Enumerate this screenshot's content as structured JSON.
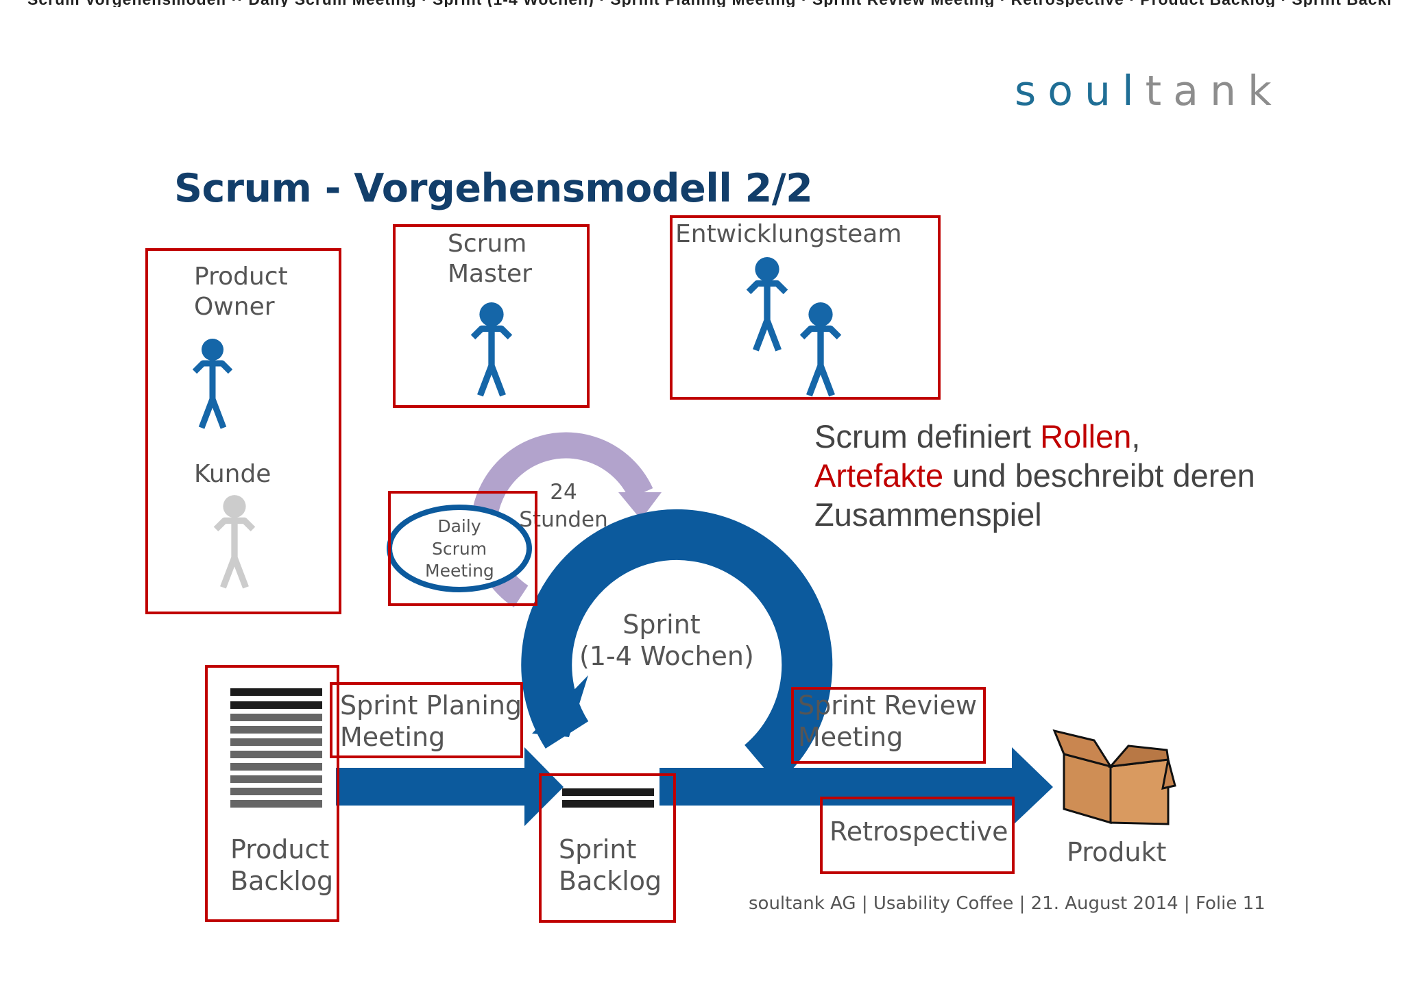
{
  "header": {
    "cut_text": "Scrum Vorgehensmodell ·· Daily Scrum Meeting · Sprint (1-4 Wochen) · Sprint Planing Meeting · Sprint Review Meeting · Retrospective · Product Backlog · Sprint Backlog · Produkt ·· Scrum definiert Rollen, Artefakte und beschreibt deren Zusammenspiel"
  },
  "logo": {
    "part1": "soul",
    "part2": "tank"
  },
  "title": "Scrum - Vorgehensmodell 2/2",
  "roles": {
    "product_owner": "Product\nOwner",
    "kunde": "Kunde",
    "scrum_master": "Scrum\nMaster",
    "entwicklungsteam": "Entwicklungsteam"
  },
  "cycle": {
    "daily_meeting": "Daily\nScrum\nMeeting",
    "hours": "24\nStunden",
    "sprint": "Sprint\n(1-4 Wochen)"
  },
  "artifacts": {
    "product_backlog": "Product\nBacklog",
    "sprint_planing": "Sprint Planing\nMeeting",
    "sprint_backlog": "Sprint\nBacklog",
    "sprint_review": "Sprint Review\nMeeting",
    "retrospective": "Retrospective",
    "produkt": "Produkt"
  },
  "statement": {
    "part1": "Scrum definiert ",
    "rollen": "Rollen",
    "part2": ",",
    "artefakte": "Artefakte",
    "part3": " und beschreibt deren",
    "part4": "Zusammenspiel"
  },
  "footer": "soultank AG | Usability Coffee | 21. August 2014 | Folie 11",
  "colors": {
    "title": "#123e6a",
    "accent_red": "#c00000",
    "scrum_blue": "#0c5a9d",
    "figure_blue": "#1566a8",
    "daily_purple": "#b2a3cc",
    "kunde_grey": "#cccccc"
  }
}
